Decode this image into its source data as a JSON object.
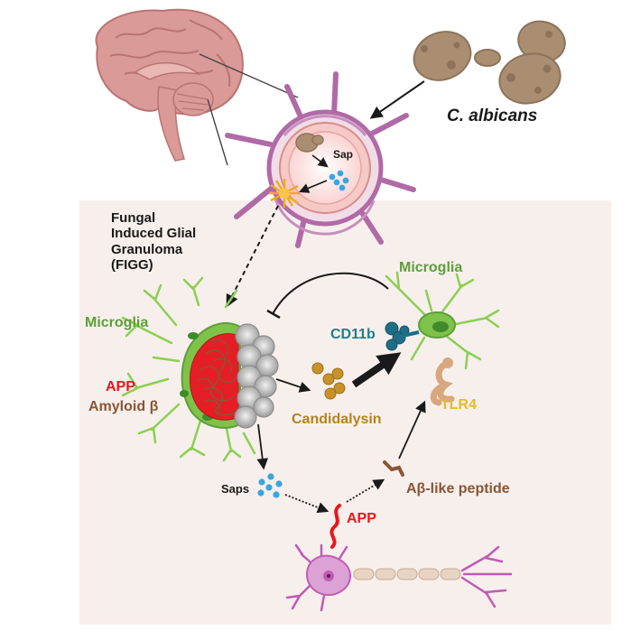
{
  "labels": {
    "c_albicans": "C. albicans",
    "sap": "Sap",
    "figg_line1": "Fungal",
    "figg_line2": "Induced Glial",
    "figg_line3": "Granuloma",
    "figg_line4": "(FIGG)",
    "microglia_left": "Microglia",
    "microglia_right": "Microglia",
    "app_left": "APP",
    "amyloid": "Amyloid β",
    "cd11b": "CD11b",
    "candidalysin": "Candidalysin",
    "tlr4": "TLR4",
    "saps": "Saps",
    "abeta_peptide": "Aβ-like peptide",
    "app_bottom": "APP"
  },
  "colors": {
    "panel_background": "#f7efec",
    "microglia_green": "#5e9e3a",
    "app_red": "#e8171c",
    "amyloid_brown": "#8a5535",
    "candidalysin_gold": "#b3841d",
    "tlr4_yellow": "#e6b92d",
    "cd11b_teal": "#1f7f8c",
    "vessel_purple": "#b06aa6",
    "neuron_magenta": "#c05bb5",
    "sap_blue": "#3aa6de",
    "fungus_tan": "#a98e72"
  },
  "icons": [
    "brain-icon",
    "fungus-yeast-icon",
    "blood-vessel-icon",
    "microglia-cell-icon",
    "granuloma-icon",
    "neuron-icon",
    "tlr4-receptor-icon",
    "cd11b-receptor-icon"
  ]
}
